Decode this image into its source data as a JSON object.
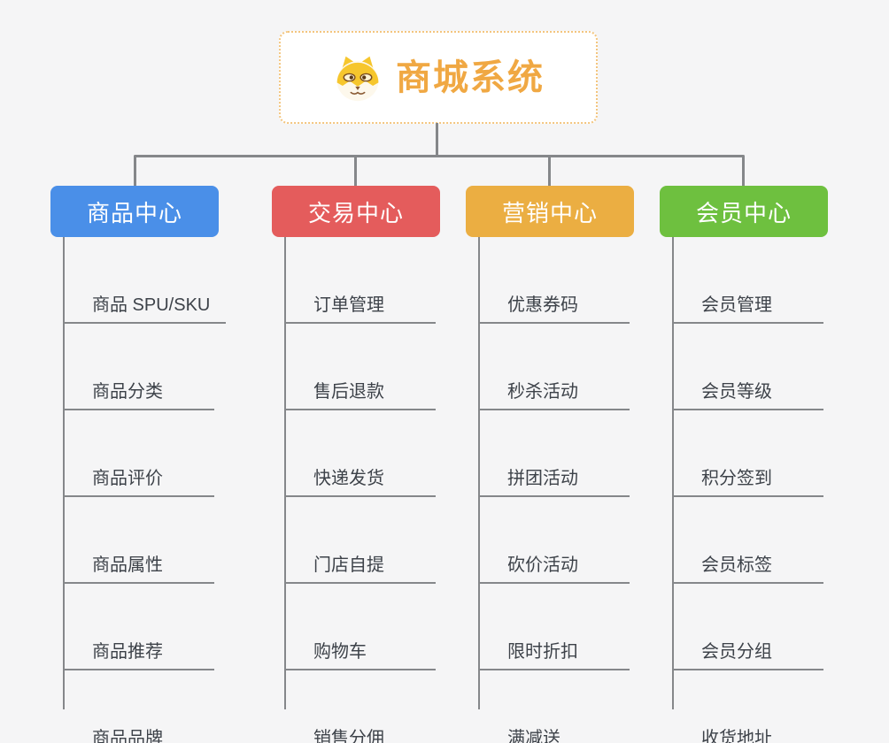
{
  "root": {
    "title": "商城系统",
    "icon": "dog-face-icon"
  },
  "colors": {
    "background": "#f5f5f6",
    "connector": "#85878a",
    "root_accent": "#f0a843",
    "root_border": "#f3c57e",
    "child_text": "#3d4249"
  },
  "branches": [
    {
      "label": "商品中心",
      "color": "#4a8fe8",
      "children": [
        "商品 SPU/SKU",
        "商品分类",
        "商品评价",
        "商品属性",
        "商品推荐",
        "商品品牌"
      ]
    },
    {
      "label": "交易中心",
      "color": "#e45c5c",
      "children": [
        "订单管理",
        "售后退款",
        "快递发货",
        "门店自提",
        "购物车",
        "销售分佣"
      ]
    },
    {
      "label": "营销中心",
      "color": "#ebae42",
      "children": [
        "优惠券码",
        "秒杀活动",
        "拼团活动",
        "砍价活动",
        "限时折扣",
        "满减送"
      ]
    },
    {
      "label": "会员中心",
      "color": "#6ec03f",
      "children": [
        "会员管理",
        "会员等级",
        "积分签到",
        "会员标签",
        "会员分组",
        "收货地址"
      ]
    }
  ]
}
